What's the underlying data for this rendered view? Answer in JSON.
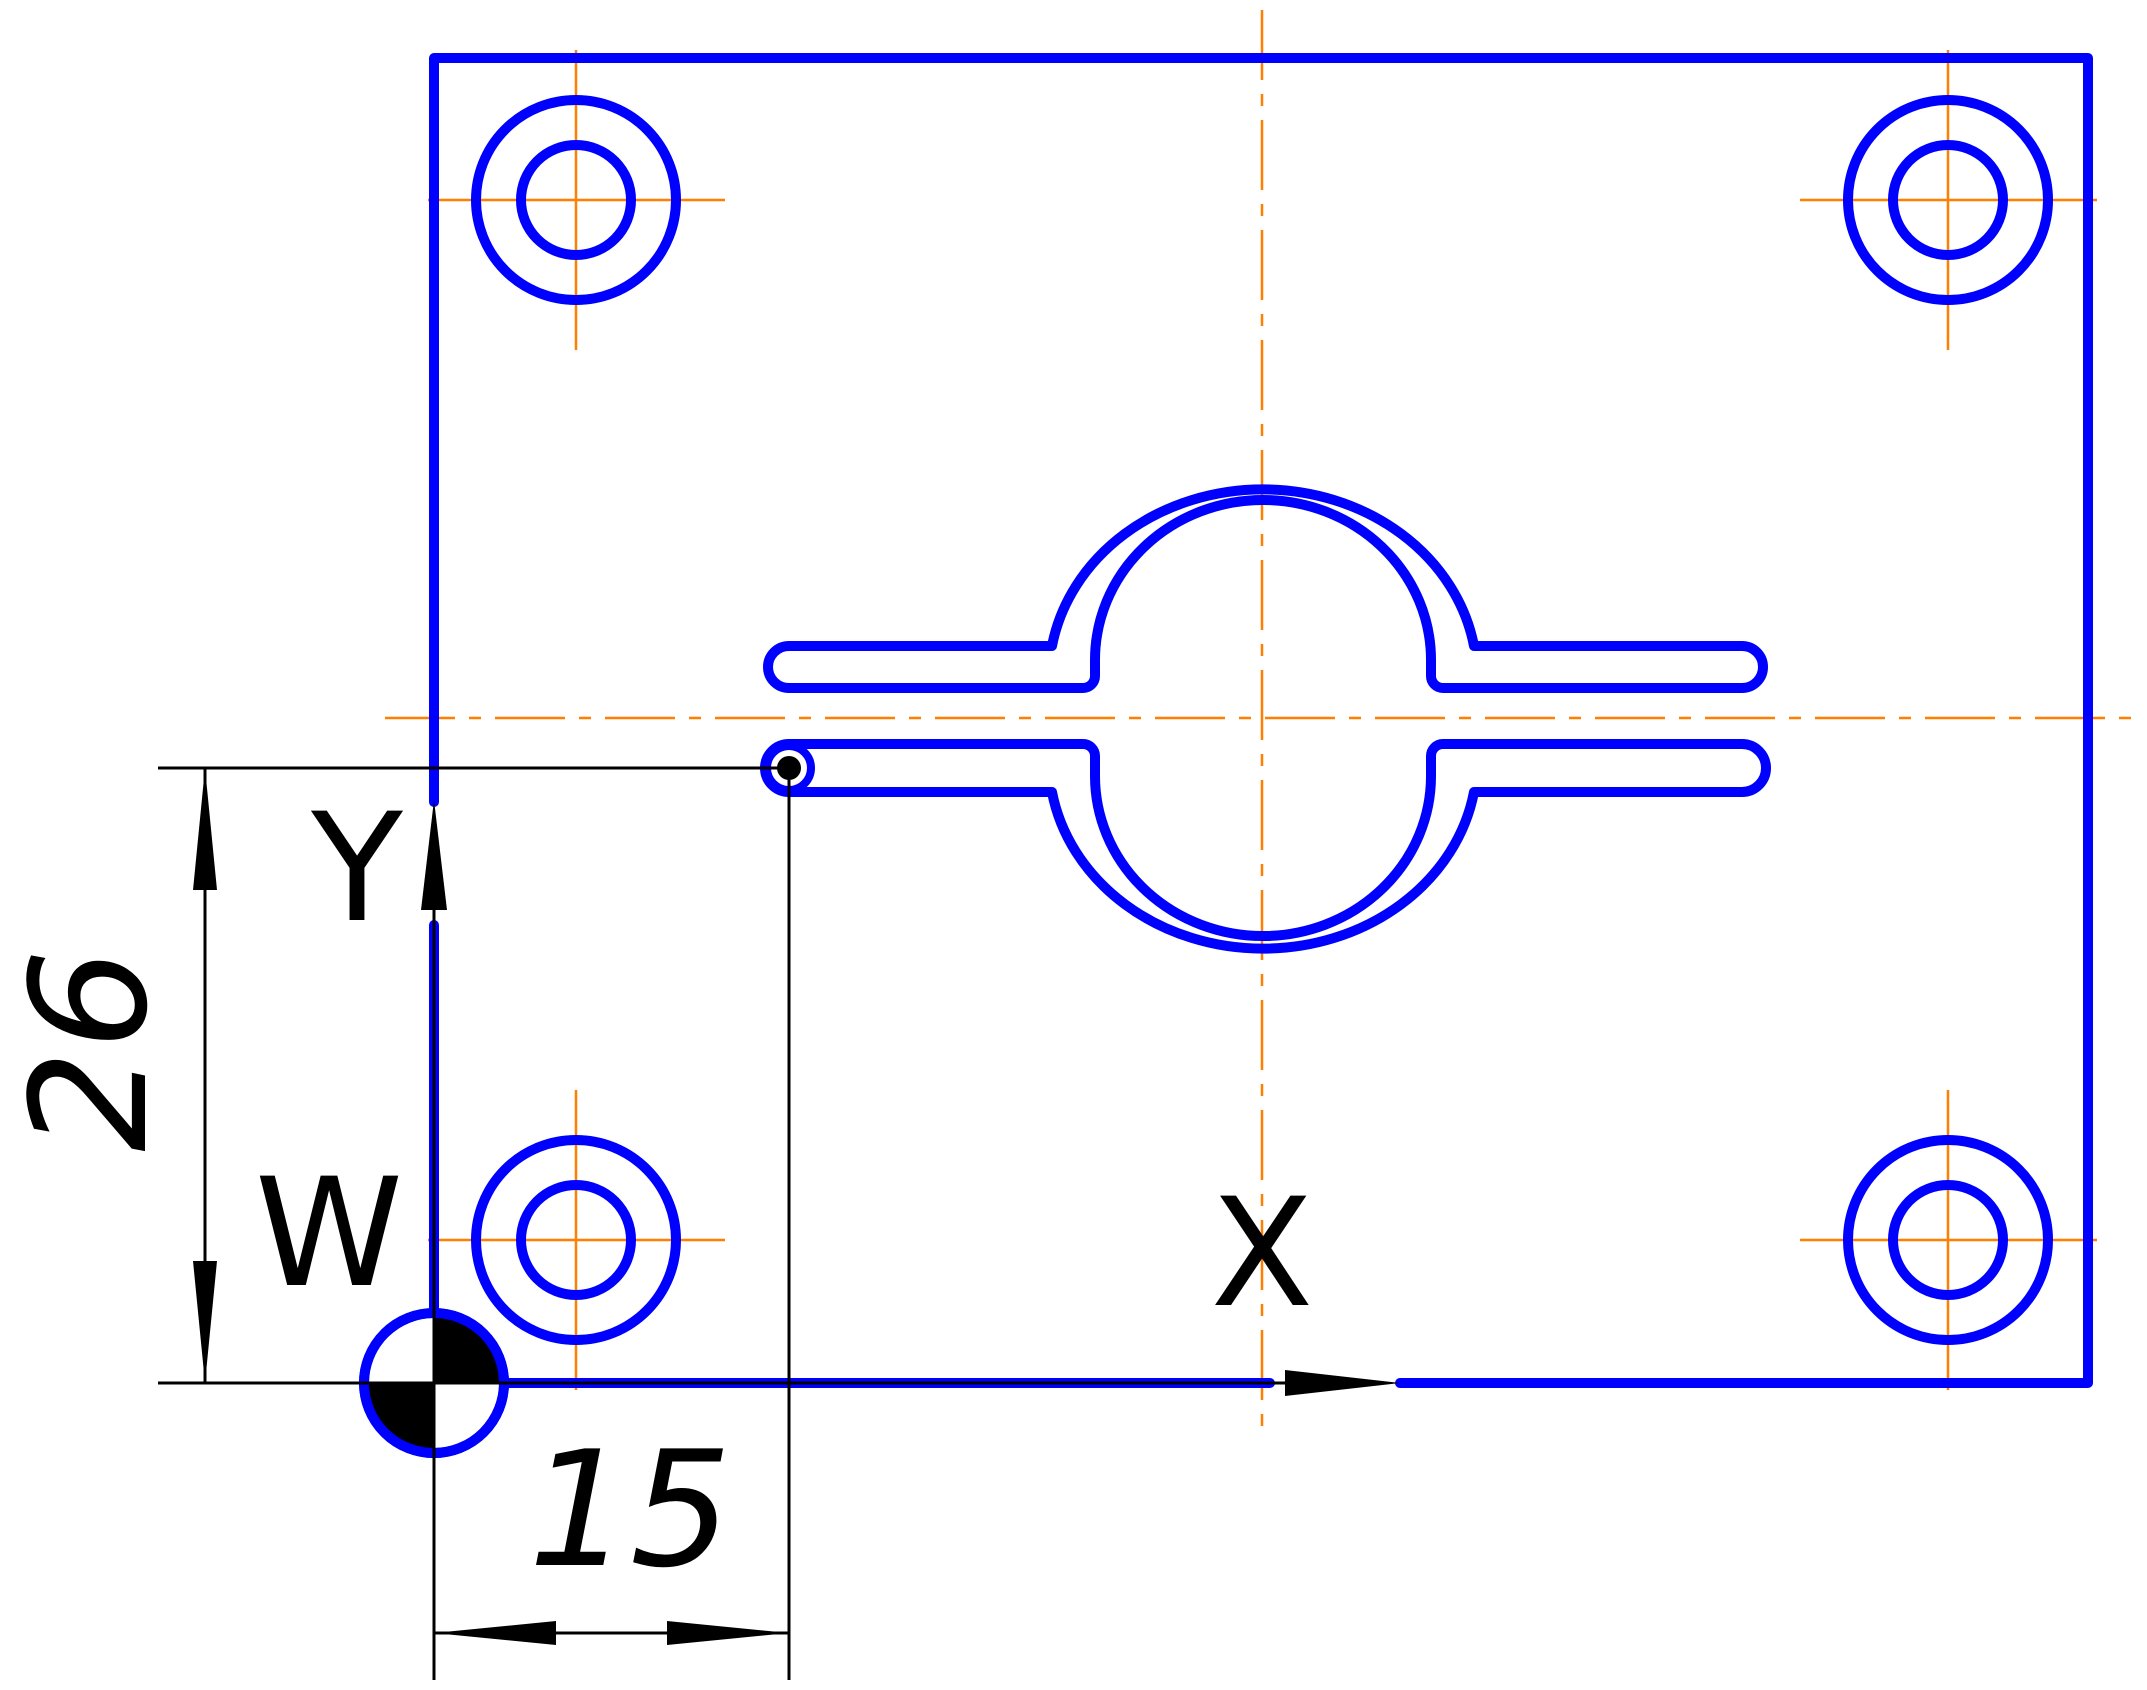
{
  "colors": {
    "part_outline": "#0000ff",
    "center_line": "#ff7f00",
    "dimension": "#000000",
    "background": "#ffffff"
  },
  "labels": {
    "x_axis": "X",
    "y_axis": "Y",
    "origin": "W"
  },
  "dimensions": {
    "horizontal": "15",
    "vertical": "26"
  }
}
